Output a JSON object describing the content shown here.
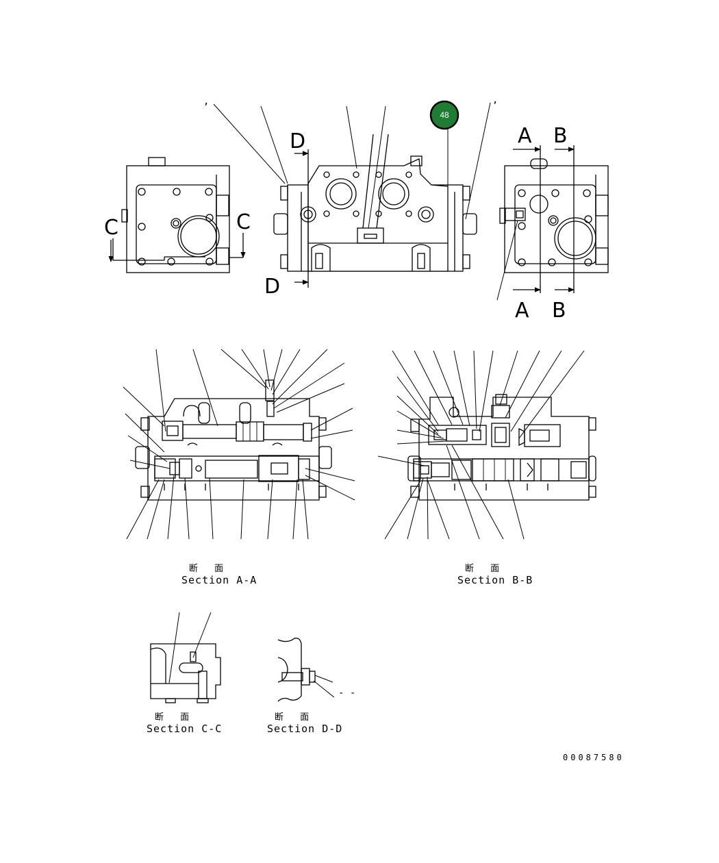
{
  "badge": {
    "label": "48",
    "color": "#1e7d32"
  },
  "section_markers": {
    "a_top": "A",
    "a_bottom": "A",
    "b_top": "B",
    "b_bottom": "B",
    "c_left": "C",
    "c_right": "C",
    "d_top": "D",
    "d_bottom": "D"
  },
  "sections": {
    "aa": {
      "kanji": "断 面",
      "caption": "Section A-A"
    },
    "bb": {
      "kanji": "断 面",
      "caption": "Section B-B"
    },
    "cc": {
      "kanji": "断 面",
      "caption": "Section C-C"
    },
    "dd": {
      "kanji": "断 面",
      "caption": "Section D-D"
    }
  },
  "marks": {
    "tick_left": ",",
    "tick_right": ",",
    "dash_dd": "- -"
  },
  "document_number": "00087580"
}
